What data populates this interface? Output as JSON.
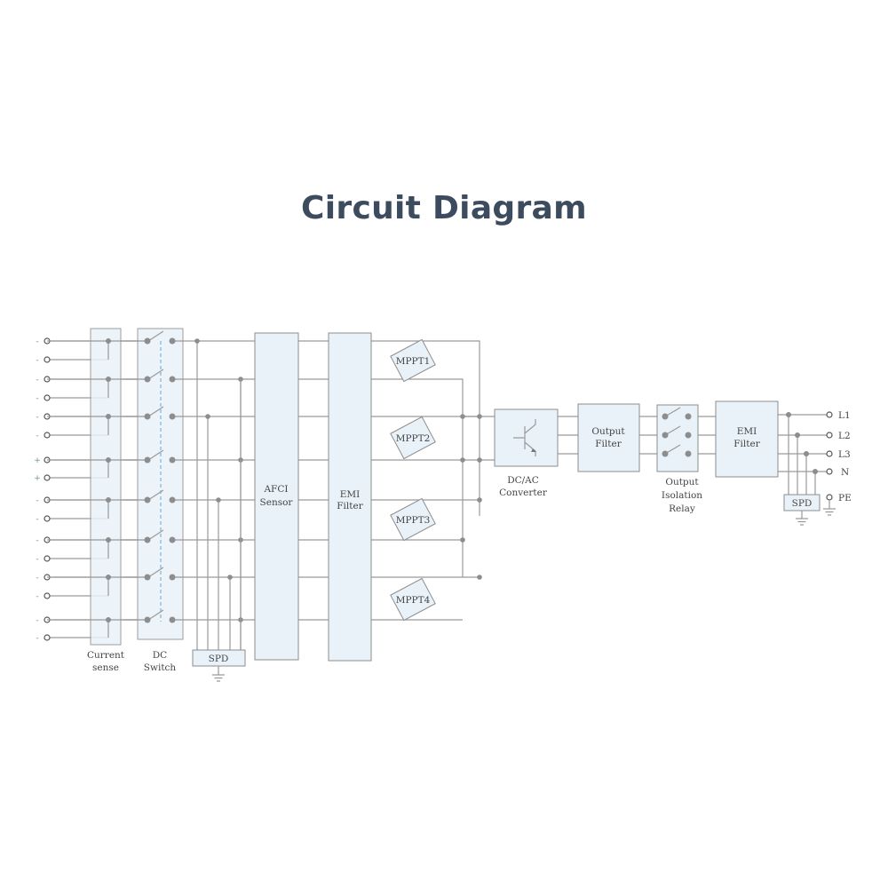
{
  "title": "Circuit Diagram",
  "inputs": {
    "polarity_marks": [
      "-",
      "-",
      "-",
      "-",
      "-",
      "-",
      "+",
      "+",
      "-",
      "-",
      "-",
      "-",
      "-",
      "-",
      "-",
      "-"
    ]
  },
  "blocks": {
    "current_sense": [
      "Current",
      "sense"
    ],
    "dc_switch": [
      "DC",
      "Switch"
    ],
    "spd_input": "SPD",
    "afci_sensor": [
      "AFCI",
      "Sensor"
    ],
    "emi_filter_input": [
      "EMI",
      "Filter"
    ],
    "mppt": [
      "MPPT1",
      "MPPT2",
      "MPPT3",
      "MPPT4"
    ],
    "dcac_converter": [
      "DC/AC",
      "Converter"
    ],
    "output_filter": [
      "Output",
      "Filter"
    ],
    "output_isolation_relay": [
      "Output",
      "Isolation",
      "Relay"
    ],
    "emi_filter_output": [
      "EMI",
      "Filter"
    ],
    "spd_output": "SPD"
  },
  "outputs": [
    "L1",
    "L2",
    "L3",
    "N",
    "PE"
  ]
}
